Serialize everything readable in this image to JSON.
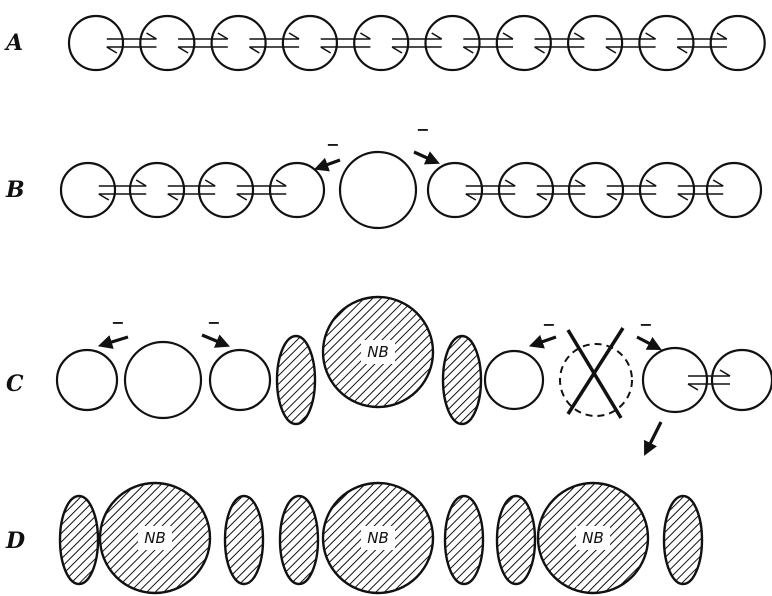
{
  "rows": [
    {
      "label": "A"
    },
    {
      "label": "B"
    },
    {
      "label": "C"
    },
    {
      "label": "D"
    }
  ],
  "nb_label": "NB",
  "charge_symbol": "−",
  "colors": {
    "ink": "#111111",
    "background": "#ffffff"
  }
}
